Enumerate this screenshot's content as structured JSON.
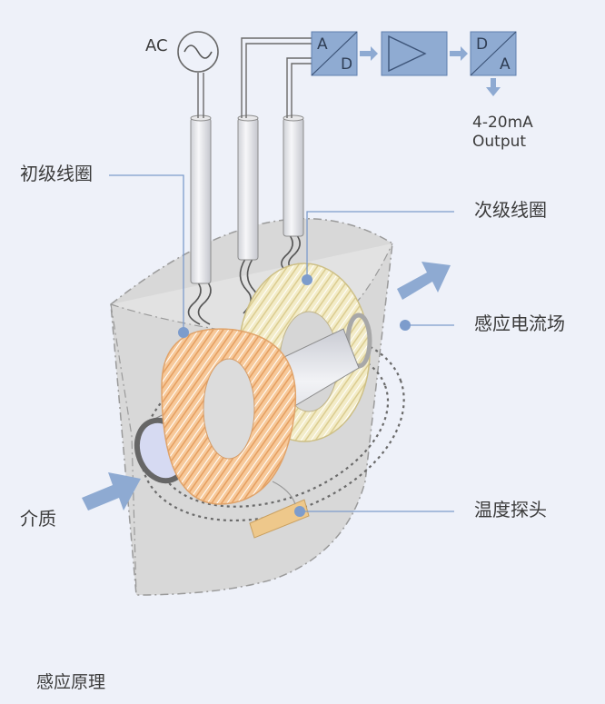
{
  "diagram": {
    "caption": "感应原理",
    "ac_label": "AC",
    "output_value": "4-20mA",
    "output_label": "Output",
    "adc": {
      "top": "A",
      "bottom": "D"
    },
    "dac": {
      "top": "D",
      "bottom": "A"
    },
    "labels": {
      "primary_coil": "初级线圈",
      "secondary_coil": "次级线圈",
      "induced_current_field": "感应电流场",
      "medium": "介质",
      "temperature_probe": "温度探头"
    }
  },
  "colors": {
    "background": "#eef1f9",
    "block_fill": "#8fabd2",
    "arrow": "#8eaad2",
    "primary_coil": "#f0ad72",
    "secondary_coil": "#efe5b8",
    "housing": "#d8d8d8",
    "leader_line": "#7d9ccc",
    "probe": "#eec88b"
  },
  "icons": [
    "ac-source-icon",
    "amplifier-icon"
  ]
}
